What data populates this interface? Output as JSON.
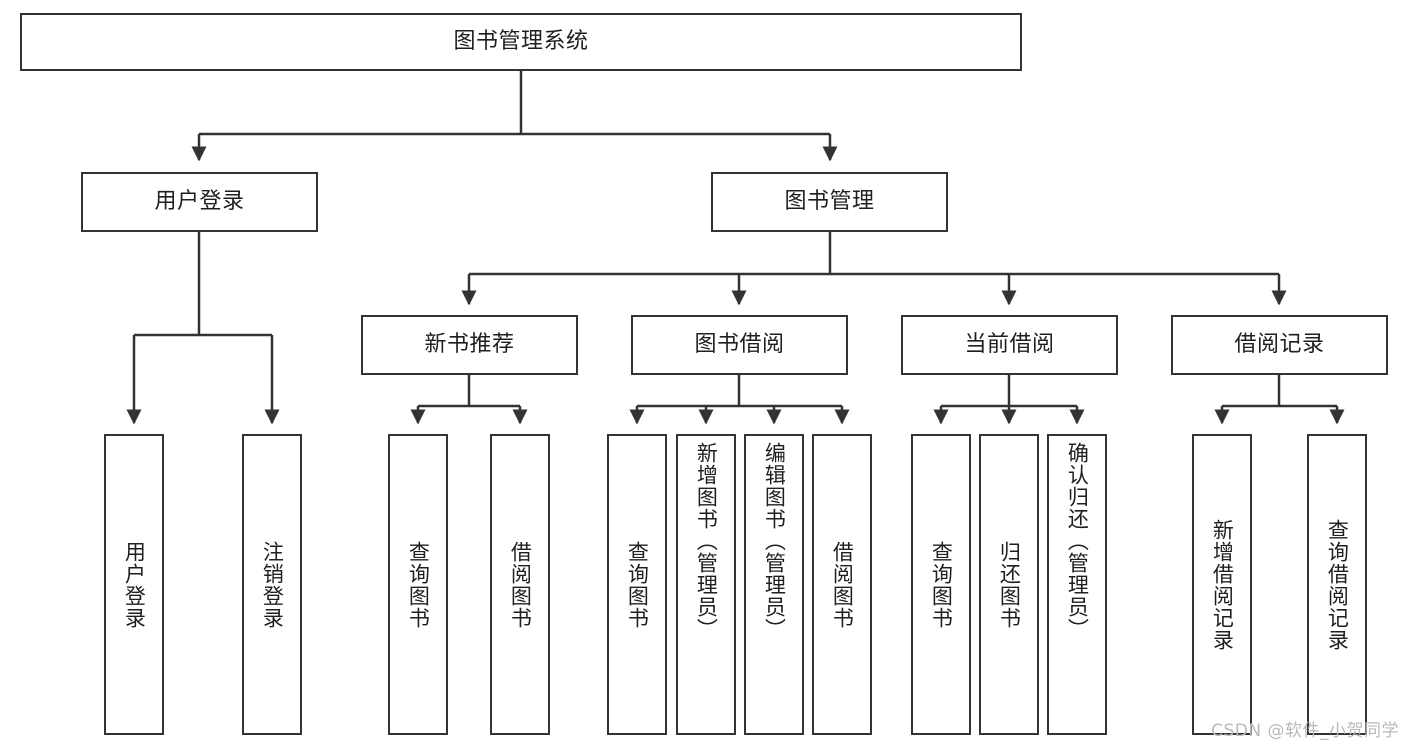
{
  "diagram": {
    "title_node": {
      "id": "root",
      "label": "图书管理系统"
    },
    "level2": [
      {
        "id": "user-login",
        "label": "用户登录"
      },
      {
        "id": "book-management",
        "label": "图书管理"
      }
    ],
    "level3": [
      {
        "id": "new-book-recommend",
        "label": "新书推荐"
      },
      {
        "id": "book-borrow",
        "label": "图书借阅"
      },
      {
        "id": "current-borrow",
        "label": "当前借阅"
      },
      {
        "id": "borrow-record",
        "label": "借阅记录"
      }
    ],
    "leaves": {
      "user_login": [
        {
          "id": "leaf-user-login",
          "label": "用户登录"
        },
        {
          "id": "leaf-logout-login",
          "label": "注销登录"
        }
      ],
      "new_book_recommend": [
        {
          "id": "leaf-query-book-1",
          "label": "查询图书"
        },
        {
          "id": "leaf-borrow-book-1",
          "label": "借阅图书"
        }
      ],
      "book_borrow": [
        {
          "id": "leaf-query-book-2",
          "label": "查询图书"
        },
        {
          "id": "leaf-add-book",
          "label": "新增图书（管理员）"
        },
        {
          "id": "leaf-edit-book",
          "label": "编辑图书（管理员）"
        },
        {
          "id": "leaf-borrow-book-2",
          "label": "借阅图书"
        }
      ],
      "current_borrow": [
        {
          "id": "leaf-query-book-3",
          "label": "查询图书"
        },
        {
          "id": "leaf-return-book",
          "label": "归还图书"
        },
        {
          "id": "leaf-confirm-return",
          "label": "确认归还（管理员）"
        }
      ],
      "borrow_record": [
        {
          "id": "leaf-add-record",
          "label": "新增借阅记录"
        },
        {
          "id": "leaf-query-record",
          "label": "查询借阅记录"
        }
      ]
    }
  },
  "watermark": {
    "text": "CSDN @软件_小贺同学"
  },
  "colors": {
    "stroke": "#333333",
    "box_fill": "#ffffff",
    "text": "#1f1f1f",
    "watermark": "#b9b9b9",
    "background": "#ffffff"
  }
}
